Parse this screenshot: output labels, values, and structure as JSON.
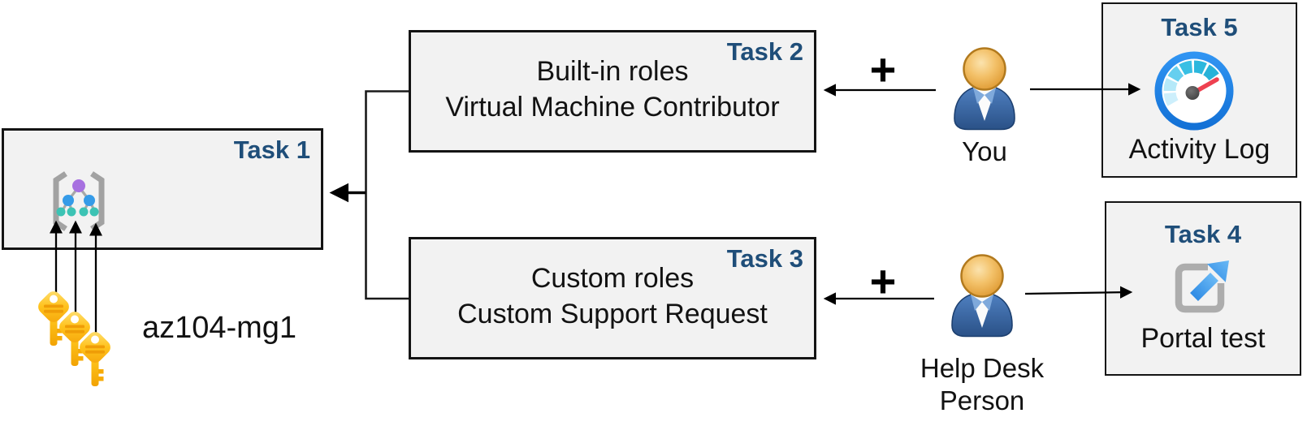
{
  "colors": {
    "accent": "#1f4e79",
    "box_fill": "#f2f2f2",
    "box_border": "#141414",
    "arrow": "#000000",
    "key_gold": "#ffc21c",
    "key_stripe": "#ef9d07",
    "person_body_blue": "#3465a4",
    "person_head_gold": "#e8ab43",
    "mg_bracket_gray": "#a2a2a2",
    "mg_node_purple": "#a770e0",
    "mg_node_blue": "#359be8",
    "mg_node_teal": "#3cc3b4",
    "gauge_ring_blue": "#1b82dd",
    "gauge_needle_red": "#ee4150",
    "portal_gray": "#adadad",
    "portal_arrow_blue": "#3d9ae8"
  },
  "boxes": {
    "task1": {
      "badge": "Task 1",
      "title": "az104-mg1",
      "icon": "management-group-icon"
    },
    "task2": {
      "badge": "Task 2",
      "line1": "Built-in roles",
      "line2": "Virtual Machine Contributor"
    },
    "task3": {
      "badge": "Task 3",
      "line1": "Custom roles",
      "line2": "Custom Support Request"
    },
    "task4": {
      "badge": "Task 4",
      "caption": "Portal test",
      "icon": "portal-external-link-icon"
    },
    "task5": {
      "badge": "Task 5",
      "caption": "Activity Log",
      "icon": "activity-log-gauge-icon"
    }
  },
  "actors": {
    "you": {
      "label": "You",
      "icon": "person-icon"
    },
    "help_desk": {
      "label_line1": "Help Desk",
      "label_line2": "Person",
      "icon": "person-icon"
    }
  },
  "operators": {
    "plus_top": "+",
    "plus_bottom": "+"
  },
  "keys": {
    "count": 3,
    "icon": "key-icon"
  },
  "edges": [
    {
      "from": "task2-and-task3-bracket",
      "to": "task1",
      "type": "arrow"
    },
    {
      "from": "you",
      "to": "task2",
      "type": "arrow",
      "annotation": "+"
    },
    {
      "from": "you",
      "to": "task5",
      "type": "arrow"
    },
    {
      "from": "help_desk",
      "to": "task3",
      "type": "arrow",
      "annotation": "+"
    },
    {
      "from": "help_desk",
      "to": "task4",
      "type": "arrow"
    },
    {
      "from": "keys",
      "to": "task1",
      "type": "arrow",
      "count": 3
    }
  ]
}
